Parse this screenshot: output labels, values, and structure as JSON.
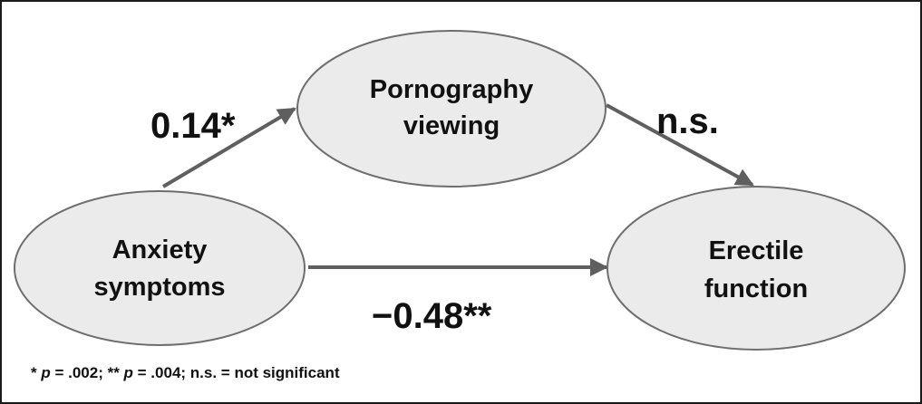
{
  "nodes": {
    "anxiety": {
      "line1": "Anxiety",
      "line2": "symptoms"
    },
    "pornography": {
      "line1": "Pornography",
      "line2": "viewing"
    },
    "erectile": {
      "line1": "Erectile",
      "line2": "function"
    }
  },
  "paths": {
    "anxiety_to_pornography": "0.14*",
    "pornography_to_erectile": "n.s.",
    "anxiety_to_erectile": "−0.48**"
  },
  "footnote": {
    "star1": "* ",
    "p1": "p",
    "text1": " = .002; ** ",
    "p2": "p",
    "text2": " = .004; n.s. = not significant"
  },
  "colors": {
    "node_fill": "#ebebeb",
    "node_stroke": "#6e6e6e",
    "arrow": "#5f5f5f",
    "text": "#111111"
  }
}
